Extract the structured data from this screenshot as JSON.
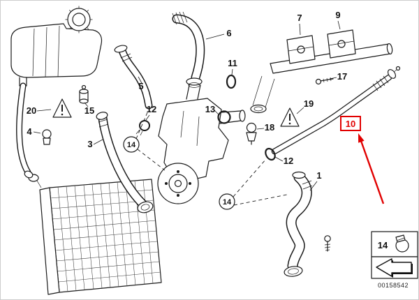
{
  "callouts": {
    "c20": "20",
    "c15": "15",
    "c4": "4",
    "c3": "3",
    "c5": "5",
    "c6": "6",
    "c11": "11",
    "c12a": "12",
    "c14a": "14",
    "c13": "13",
    "c18": "18",
    "c12b": "12",
    "c14b": "14",
    "c7": "7",
    "c9": "9",
    "c17": "17",
    "c19": "19",
    "c10": "10",
    "c1": "1"
  },
  "legend": {
    "clamp_label": "14"
  },
  "stamp": {
    "doc_number": "00158542"
  },
  "colors": {
    "highlight": "#e10000",
    "line": "#1a1a1a",
    "background": "#ffffff"
  },
  "icons": {
    "warning_triangle": "!",
    "direction_arrow": "arrow-lower-left",
    "hose_clamp": "circle-clamp"
  }
}
